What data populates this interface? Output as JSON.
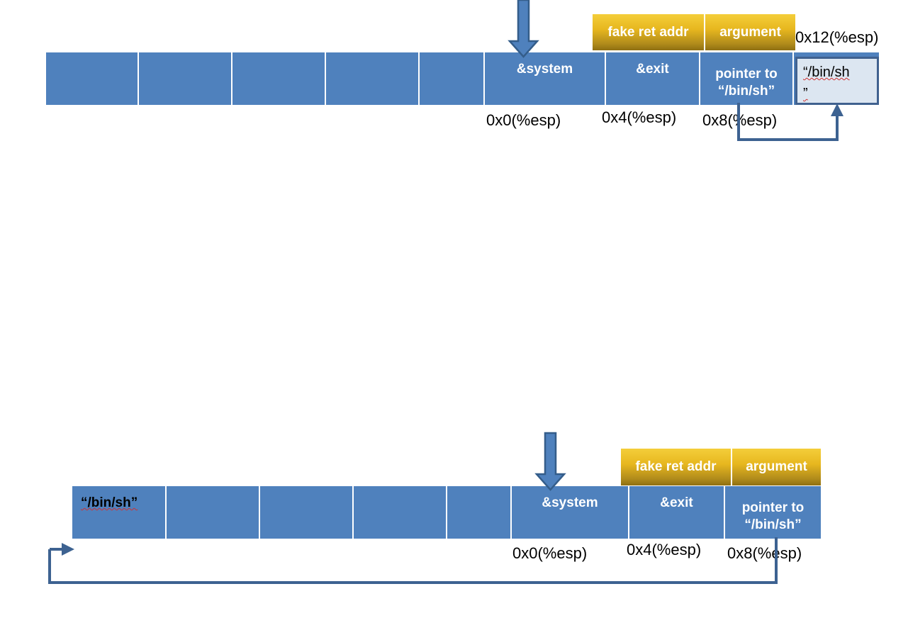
{
  "diagram": {
    "title_colors": {
      "stack_cell_blue": "#4F81BD",
      "gold_top": "#F4CE3A",
      "gold_bottom": "#8F6F12",
      "arrow_fill": "#4F81BD",
      "arrow_stroke": "#345D8A",
      "callout_fill": "#DCE6F1",
      "callout_border": "#40618F",
      "connector": "#3D6291"
    }
  },
  "diagram1": {
    "cells": [
      {
        "label": ""
      },
      {
        "label": ""
      },
      {
        "label": ""
      },
      {
        "label": ""
      },
      {
        "label": ""
      },
      {
        "label": "&system"
      },
      {
        "label": "&exit"
      },
      {
        "label": "pointer to\n“/bin/sh”"
      }
    ],
    "cell_system": "&system",
    "cell_exit": "&exit",
    "cell_pointer_line1": "pointer to",
    "cell_pointer_line2": "“/bin/sh”",
    "gold": {
      "fake_ret_addr": "fake ret addr",
      "argument": "argument"
    },
    "offsets": {
      "esp0": "0x0(%esp)",
      "esp4": "0x4(%esp)",
      "esp8": "0x8(%esp)",
      "esp12": "0x12(%esp)"
    },
    "callout": {
      "line1": "“/bin/sh",
      "line2": "”"
    },
    "arrow_name": "esp-down-arrow"
  },
  "diagram2": {
    "cells": [
      {
        "label": "“/bin/sh”"
      },
      {
        "label": ""
      },
      {
        "label": ""
      },
      {
        "label": ""
      },
      {
        "label": "&system"
      },
      {
        "label": "&exit"
      },
      {
        "label": "pointer to\n“/bin/sh”"
      }
    ],
    "cell_binsh": "“/bin/sh”",
    "cell_system": "&system",
    "cell_exit": "&exit",
    "cell_pointer_line1": "pointer to",
    "cell_pointer_line2": "“/bin/sh”",
    "gold": {
      "fake_ret_addr": "fake ret addr",
      "argument": "argument"
    },
    "offsets": {
      "esp0": "0x0(%esp)",
      "esp4": "0x4(%esp)",
      "esp8": "0x8(%esp)"
    },
    "arrow_name": "esp-down-arrow"
  }
}
